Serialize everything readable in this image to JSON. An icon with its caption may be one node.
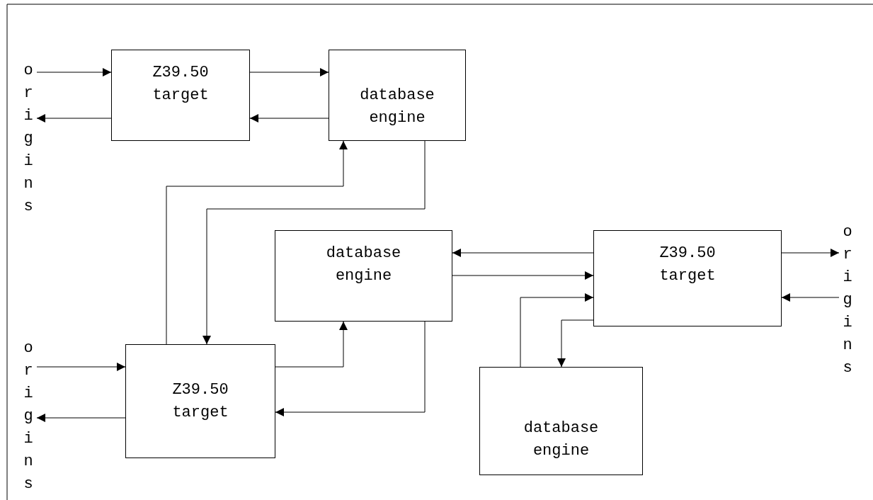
{
  "diagram": {
    "nodes": [
      {
        "text": [
          "origins"
        ]
      },
      {
        "text": [
          "Z39.50 target"
        ]
      },
      {
        "text": [
          "database engine"
        ]
      },
      {
        "text": [
          "database engine"
        ]
      },
      {
        "text": [
          "Z39.50 target"
        ]
      },
      {
        "text": [
          "origins"
        ]
      },
      {
        "text": [
          "origins"
        ]
      },
      {
        "text": [
          "Z39.50 target"
        ]
      },
      {
        "text": [
          "database engine"
        ]
      }
    ],
    "edges": [
      {
        "from": 0,
        "to": 1,
        "arrow": "to"
      },
      {
        "from": 1,
        "to": 0,
        "arrow": "to"
      },
      {
        "from": 1,
        "to": 2,
        "arrow": "to"
      },
      {
        "from": 2,
        "to": 1,
        "arrow": "to"
      },
      {
        "from": 7,
        "to": 2,
        "arrow": "to"
      },
      {
        "from": 2,
        "to": 7,
        "arrow": "to"
      },
      {
        "from": 7,
        "to": 3,
        "arrow": "to"
      },
      {
        "from": 3,
        "to": 7,
        "arrow": "to"
      },
      {
        "from": 4,
        "to": 3,
        "arrow": "to"
      },
      {
        "from": 3,
        "to": 4,
        "arrow": "to"
      },
      {
        "from": 4,
        "to": 5,
        "arrow": "to"
      },
      {
        "from": 5,
        "to": 4,
        "arrow": "to"
      },
      {
        "from": 8,
        "to": 4,
        "arrow": "to"
      },
      {
        "from": 4,
        "to": 8,
        "arrow": "to"
      },
      {
        "from": 7,
        "to": 6,
        "arrow": "to"
      },
      {
        "from": 6,
        "to": 7,
        "arrow": "to"
      }
    ]
  }
}
